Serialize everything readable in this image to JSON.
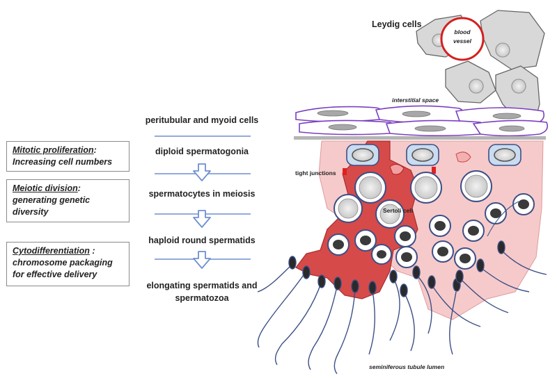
{
  "phases": [
    {
      "title": "Mitotic proliferation",
      "suffix": ":",
      "lines": [
        "Increasing cell numbers"
      ]
    },
    {
      "title": "Meiotic division",
      "suffix": ":",
      "lines": [
        "generating genetic",
        "diversity"
      ]
    },
    {
      "title": "Cytodifferentiation",
      "suffix": " :",
      "lines": [
        "chromosome packaging",
        "for effective delivery"
      ]
    }
  ],
  "stages": {
    "peritubular": "peritubular and myoid cells",
    "spermatogonia": "diploid spermatogonia",
    "spermatocytes": "spermatocytes in meiosis",
    "round_spermatids": "haploid round spermatids",
    "elongating_1": "elongating spermatids and",
    "elongating_2": "spermatozoa"
  },
  "labels": {
    "leydig": "Leydig cells",
    "blood_1": "blood",
    "blood_2": "vessel",
    "interstitial": "interstitial space",
    "tight_junctions": "tight junctions",
    "sertoli": "Sertoli cell",
    "lumen": "seminiferous tubule lumen"
  },
  "colors": {
    "arrow": "#6f8fd0",
    "sertoli": "#d64a4a",
    "sertoli_light": "#f6caca",
    "cell_outline": "#3c4f86",
    "myoid": "#7a3fc0",
    "leydig_fill": "#d8d8d8",
    "vessel": "#d32020"
  }
}
